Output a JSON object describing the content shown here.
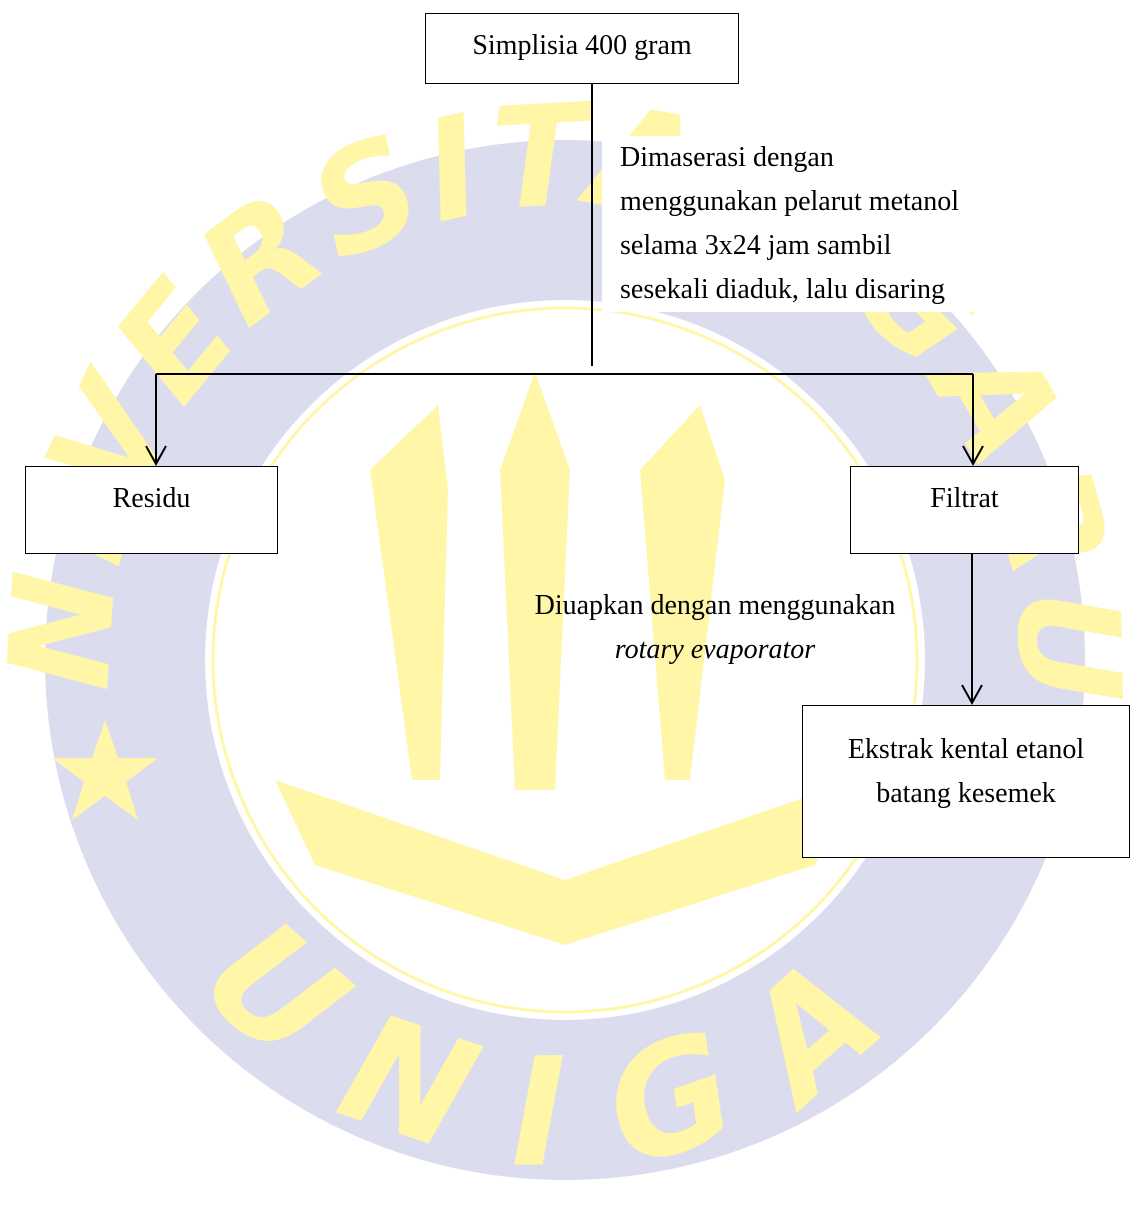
{
  "watermark": {
    "ring_text_top": "UNIVERSITAS GARUT",
    "ring_text_bottom": "UNIGA",
    "ring_color": "#dcdcef",
    "emblem_color": "#fff6a8"
  },
  "nodes": {
    "simplisia": "Simplisia 400 gram",
    "residu": "Residu",
    "filtrat": "Filtrat",
    "ekstrak_line1": "Ekstrak kental etanol",
    "ekstrak_line2": "batang kesemek"
  },
  "notes": {
    "maserasi": [
      "Dimaserasi dengan",
      "menggunakan pelarut metanol",
      "selama 3x24 jam sambil",
      "sesekali diaduk, lalu disaring"
    ],
    "evaporasi_line1": "Diuapkan dengan menggunakan",
    "evaporasi_line2": "rotary evaporator"
  },
  "colors": {
    "line": "#000000",
    "box_border": "#000000"
  }
}
